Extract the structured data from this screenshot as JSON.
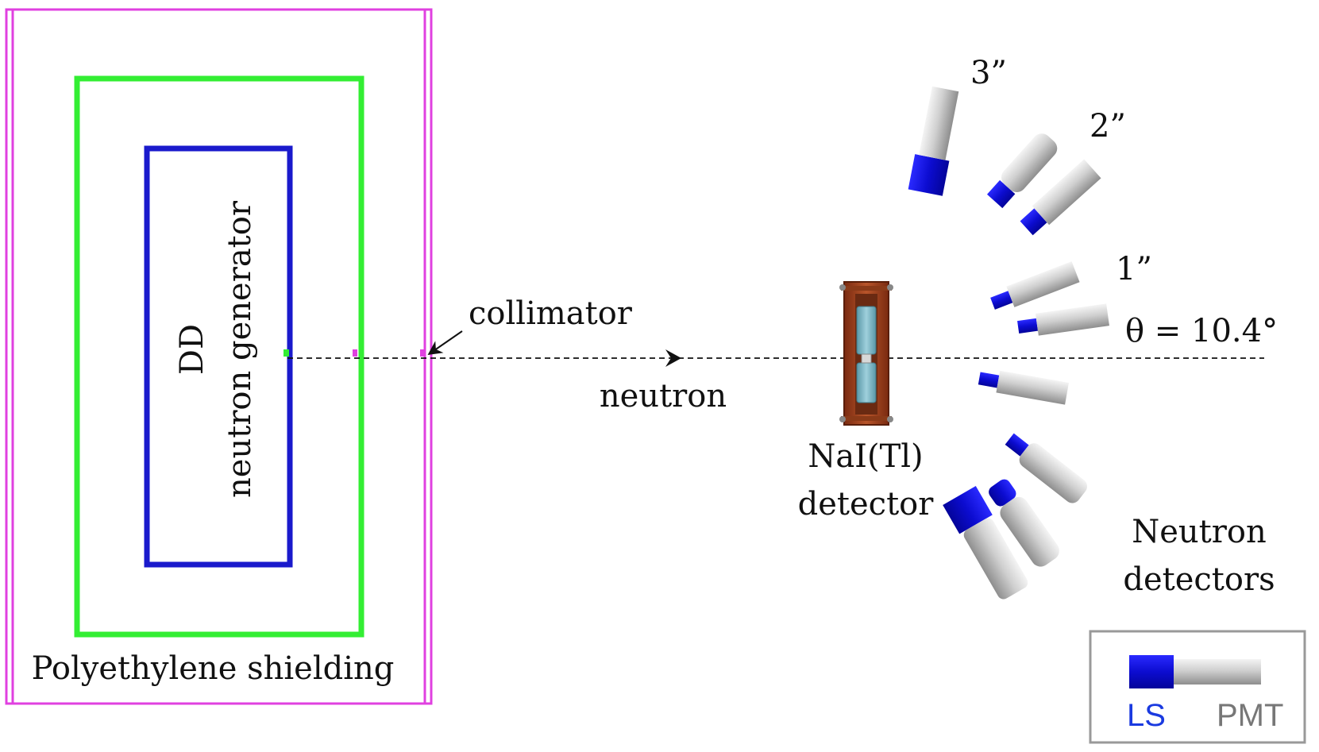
{
  "labels": {
    "dd": "DD",
    "neutron_generator": "neutron generator",
    "shielding": "Polyethylene shielding",
    "collimator": "collimator",
    "neutron": "neutron",
    "nai_line1": "NaI(Tl)",
    "nai_line2": "detector",
    "angle": "θ = 10.4°",
    "size_3": "3”",
    "size_2": "2”",
    "size_1": "1”",
    "neutron_detectors_line1": "Neutron",
    "neutron_detectors_line2": "detectors"
  },
  "legend": {
    "ls": "LS",
    "pmt": "PMT"
  },
  "colors": {
    "shielding_outer": "#e040e0",
    "shielding_middle": "#33ee33",
    "generator_box": "#1a1acc",
    "ls_blue": "#1010dd",
    "ls_text": "#1a3ae0",
    "pmt_gray": "#b8b8b8",
    "pmt_text": "#777777",
    "nai_frame": "#a0401a",
    "nai_crystal": "#7fb8c8",
    "legend_border": "#999999"
  },
  "icons": {
    "detector": "neutron-detector-icon",
    "nai": "nai-detector-icon"
  }
}
